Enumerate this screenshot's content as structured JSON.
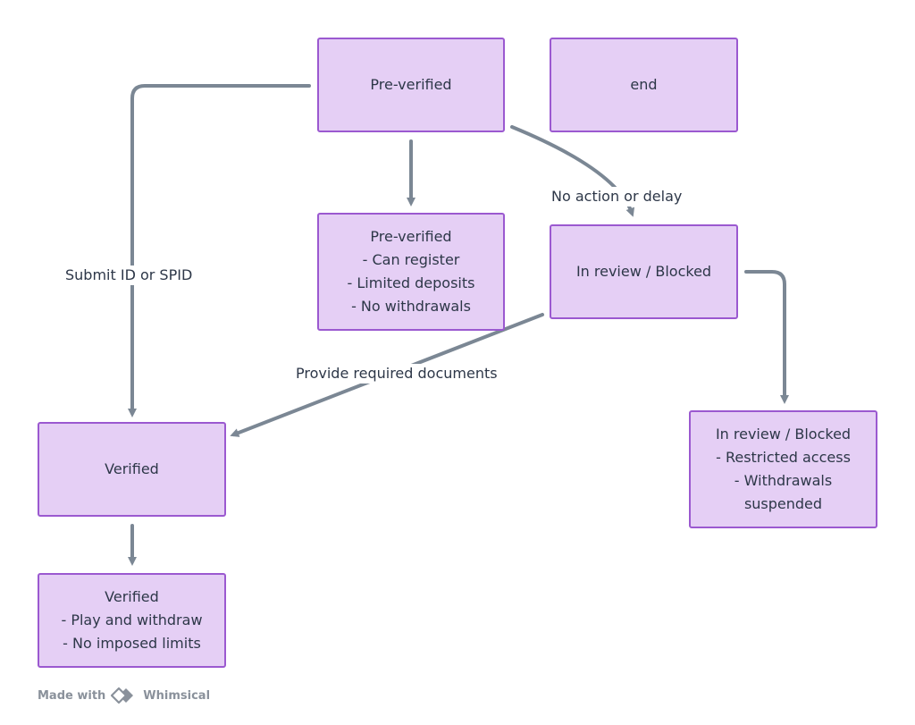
{
  "nodes": {
    "pre_verified": {
      "lines": [
        "Pre-verified"
      ]
    },
    "end": {
      "lines": [
        "end"
      ]
    },
    "pre_verified_detail": {
      "lines": [
        "Pre-verified",
        "- Can register",
        "- Limited deposits",
        "- No withdrawals"
      ]
    },
    "in_review": {
      "lines": [
        "In review / Blocked"
      ]
    },
    "verified": {
      "lines": [
        "Verified"
      ]
    },
    "in_review_detail": {
      "lines": [
        "In review / Blocked",
        "- Restricted access",
        "- Withdrawals",
        "suspended"
      ]
    },
    "verified_detail": {
      "lines": [
        "Verified",
        "- Play and withdraw",
        "- No imposed limits"
      ]
    }
  },
  "edges": {
    "submit_id": {
      "label": "Submit ID or SPID"
    },
    "no_action": {
      "label": "No action or delay"
    },
    "provide_docs": {
      "label": "Provide required documents"
    }
  },
  "footer": {
    "made_with": "Made with",
    "brand": "Whimsical"
  },
  "colors": {
    "node_fill": "#e5cff5",
    "node_border": "#9b59d0",
    "edge": "#7b8794",
    "text": "#2d3748"
  }
}
